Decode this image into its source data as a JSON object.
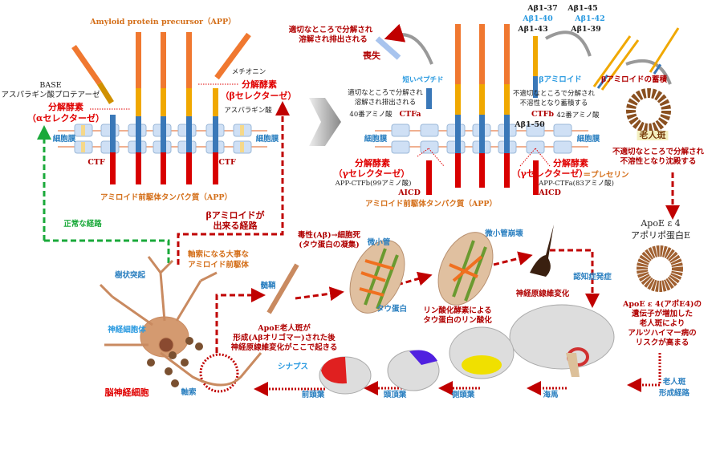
{
  "left_panel": {
    "title": "Amyloid protein precursor（APP）",
    "base": "BASE",
    "aspartic_protease": "アスパラギン酸プロテアーゼ",
    "enzyme_alpha": "分解酵素",
    "alpha_secretase": "（αセレクターゼ）",
    "membrane_left": "細胞膜",
    "membrane_right": "細胞膜",
    "ctf_left": "CTF",
    "ctf_right": "CTF",
    "methionine": "メチオニン",
    "enzyme_beta": "分解酵素",
    "beta_secretase": "（βセレクターゼ）",
    "aspartic_acid": "アスパラギン酸",
    "app_label": "アミロイド前駆体タンパク質（APP）"
  },
  "right_panel": {
    "degraded_red_1": "適切なところで分解され",
    "degraded_red_2": "溶解され排出される",
    "loss": "喪失",
    "short_peptide": "短いペプチド",
    "degraded_black_1": "適切なところで分解され",
    "degraded_black_2": "溶解され排出される",
    "aa40": "40番アミノ酸",
    "ctfa": "CTFa",
    "ab_1_37": "Aβ1-37",
    "ab_1_45": "Aβ1-45",
    "ab_1_40": "Aβ1-40",
    "ab_1_42": "Aβ1-42",
    "ab_1_43": "Aβ1-43",
    "ab_1_39": "Aβ1-39",
    "beta_amyloid": "βアミロイド",
    "improper_1": "不適切なところで分解され",
    "improper_2": "不溶性となり蓄積する",
    "ctfb": "CTFb",
    "aa42": "42番アミノ酸",
    "ab_1_50": "Aβ1-50",
    "membrane_left": "細胞膜",
    "membrane_right": "細胞膜",
    "enzyme_g1": "分解酵素",
    "gamma_1": "（γセレクターゼ）",
    "app_ctfb": "APP-CTFb(99アミノ酸)",
    "aicd_1": "AICD",
    "enzyme_g2": "分解酵素",
    "gamma_2": "（γセレクターゼ）",
    "presenilin": "＝プレセリン",
    "app_ctfa": "APP-CTFa(83アミノ酸)",
    "aicd_2": "AICD",
    "app_label": "アミロイド前駆体タンパク質（APP）",
    "accumulation": "βアミロイドの蓄積",
    "senile_plaque": "老人斑",
    "precip_1": "不適切なところで分解され",
    "precip_2": "不溶性となり沈殿する"
  },
  "bottom": {
    "normal_path": "正常な経路",
    "beta_path_1": "βアミロイドが",
    "beta_path_2": "出来る経路",
    "axon_precursor_1": "軸索になる大事な",
    "axon_precursor_2": "アミロイド前駆体",
    "dendrite": "樹状突起",
    "cell_body": "神経細胞体",
    "neuron": "脳神経細胞",
    "axon": "軸索",
    "myelin": "髄鞘",
    "toxic_1": "毒性(Aβ)→細胞死",
    "toxic_2": "(タウ蛋白の凝集)",
    "apoe_plaque_1": "ApoE老人斑が",
    "apoe_plaque_2": "形成(Aβオリゴマー)された後",
    "apoe_plaque_3": "神経原線維変化がここで起きる",
    "synapse": "シナプス",
    "frontal": "前頭葉",
    "microtubule": "微小管",
    "tau": "タウ蛋白",
    "microtubule_collapse": "微小管崩壊",
    "phospho_1": "リン酸化酵素による",
    "phospho_2": "タウ蛋白のリン酸化",
    "nft": "神経原線維変化",
    "dementia": "認知症発症",
    "hippocampus": "海馬",
    "temporal": "側頭葉",
    "parietal": "頭頂葉",
    "apoe4": "ApoE ε 4",
    "apolipo": "アポリポ蛋白E",
    "risk_1": "ApoE ε 4(アポE4)の",
    "risk_2": "遺伝子が増加した",
    "risk_3": "老人斑により",
    "risk_4": "アルツハイマー病の",
    "risk_5": "リスクが高まる",
    "plaque_path_1": "老人斑",
    "plaque_path_2": "形成経路"
  },
  "colors": {
    "red": "#e00000",
    "blue": "#2a7fc0",
    "orange": "#d46f1a",
    "green": "#1aa93a"
  }
}
